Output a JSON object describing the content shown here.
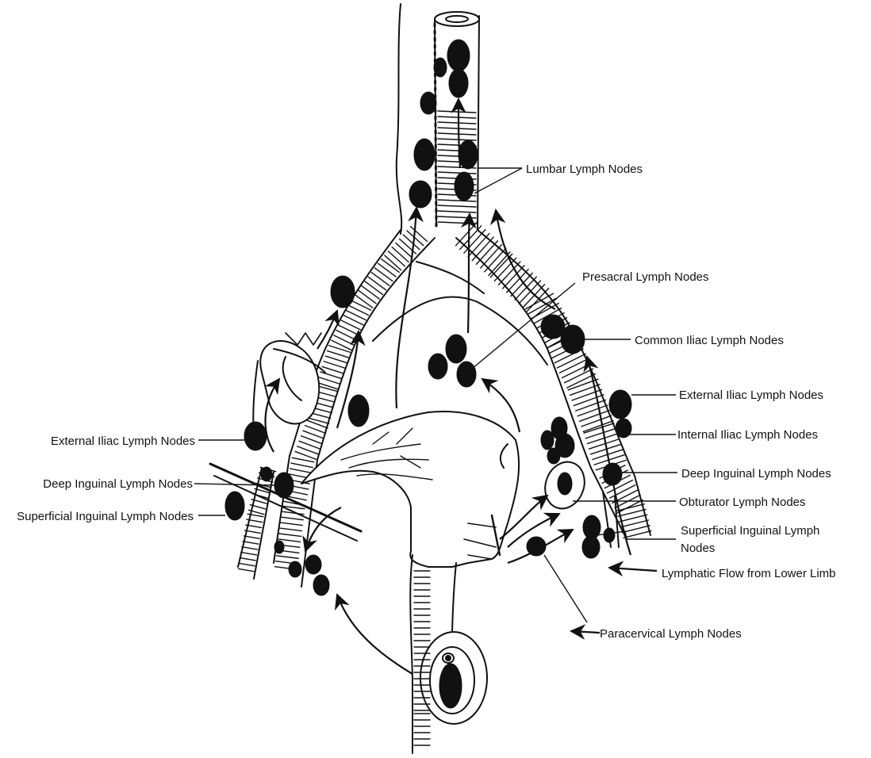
{
  "colors": {
    "ink": "#111111",
    "background": "#ffffff"
  },
  "labels": {
    "lumbar": "Lumbar Lymph Nodes",
    "presacral": "Presacral Lymph Nodes",
    "common_iliac": "Common Iliac Lymph Nodes",
    "external_iliac_right": "External Iliac Lymph Nodes",
    "internal_iliac": "Internal Iliac Lymph Nodes",
    "deep_inguinal_right": "Deep Inguinal Lymph Nodes",
    "obturator": "Obturator Lymph Nodes",
    "superficial_inguinal_right": "Superficial Inguinal Lymph Nodes",
    "lymphatic_flow": "Lymphatic Flow from Lower Limb",
    "paracervical": "Paracervical Lymph Nodes",
    "external_iliac_left": "External Iliac Lymph Nodes",
    "deep_inguinal_left": "Deep Inguinal Lymph Nodes",
    "superficial_inguinal_left": "Superficial Inguinal Lymph Nodes"
  }
}
